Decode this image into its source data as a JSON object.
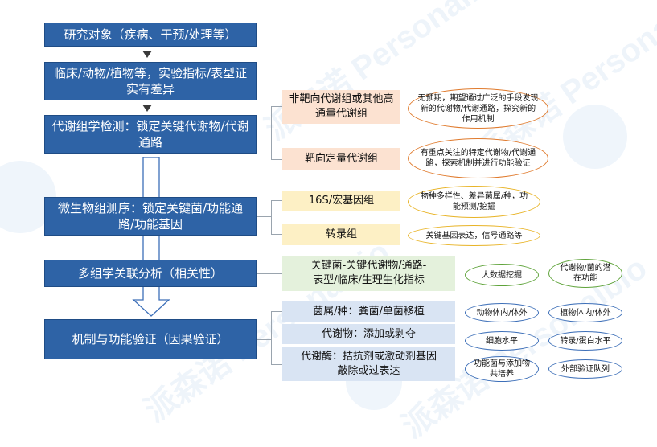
{
  "watermark": "派森诺 Personalbio",
  "main_steps": [
    "研究对象（疾病、干预/处理等）",
    "临床/动物/植物等，实验指标/表型证实有差异",
    "代谢组学检测：锁定关键代谢物/代谢通路",
    "微生物组测序：锁定关键菌/功能通路/功能基因",
    "多组学关联分析（相关性）",
    "机制与功能验证（因果验证）"
  ],
  "metabolomics": {
    "untargeted": "非靶向代谢组或其他高通量代谢组",
    "untargeted_note": "无预期，期望通过广泛的手段发现新的代谢物/代谢通路，探究新的作用机制",
    "targeted": "靶向定量代谢组",
    "targeted_note": "有重点关注的特定代谢物/代谢通路，探索机制并进行功能验证"
  },
  "microbiome": {
    "seq16s": "16S/宏基因组",
    "seq16s_note": "物种多样性、差异菌属/种，功能预测/挖掘",
    "transcriptome": "转录组",
    "transcriptome_note": "关键基因表达，信号通路等"
  },
  "association": {
    "label": "关键菌-关键代谢物/通路-表型/临床/生理生化指标",
    "notes": [
      "大数据挖掘",
      "代谢物/菌的潜在功能"
    ]
  },
  "validation": {
    "items": [
      "菌属/种：粪菌/单菌移植",
      "代谢物：添加或剥夺",
      "代谢酶：拮抗剂或激动剂基因敲除或过表达"
    ],
    "notes": [
      "动物体内/体外",
      "植物体内/体外",
      "细胞水平",
      "转录/蛋白水平",
      "功能菌与添加物共培养",
      "外部验证队列"
    ]
  },
  "colors": {
    "main_fill": "#2E63A6",
    "peach": "#FCE2D1",
    "yellow": "#FDF0C5",
    "green": "#E4F1DC",
    "blue": "#D9E4F3"
  }
}
